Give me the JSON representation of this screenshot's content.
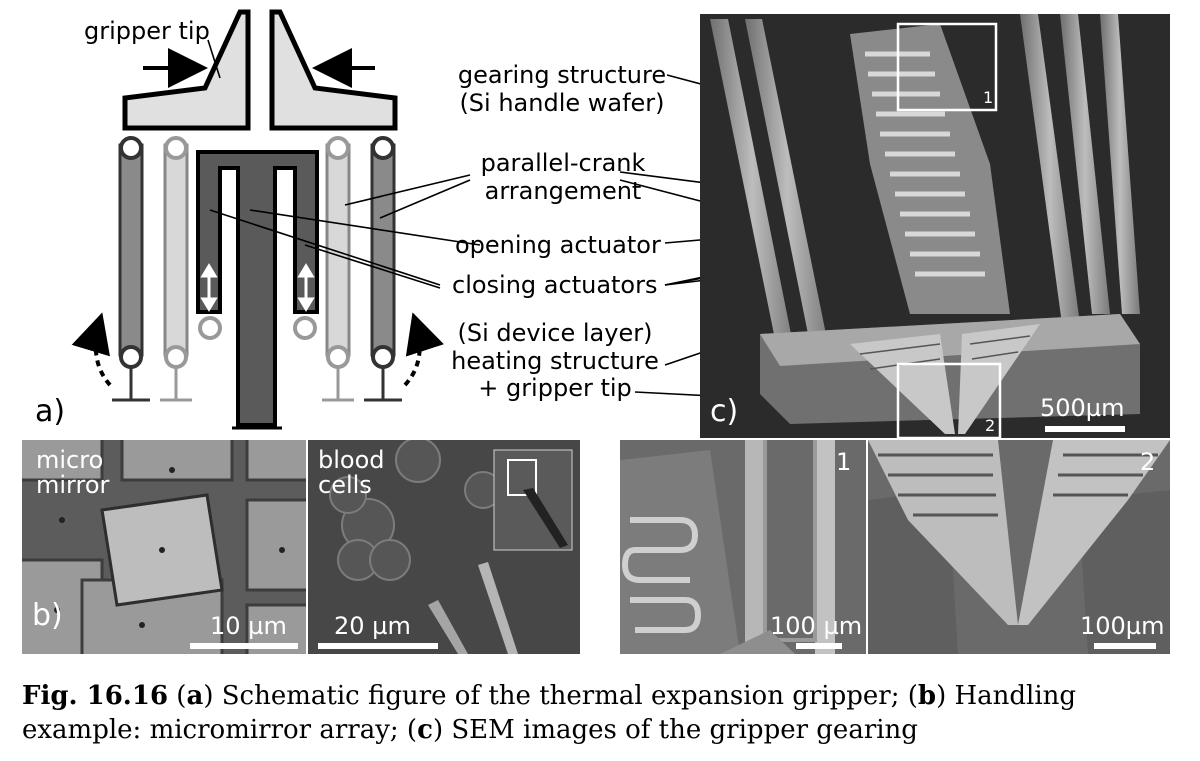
{
  "panel_a": {
    "label": "a)",
    "callouts": {
      "gripper_tip": "gripper tip",
      "gearing_structure": "gearing structure",
      "gearing_structure_sub": "(Si handle wafer)",
      "parallel_crank_1": "parallel-crank",
      "parallel_crank_2": "arrangement",
      "opening_actuator": "opening actuator",
      "closing_actuators": "closing actuators",
      "device_layer": "(Si device layer)",
      "heating_structure": "heating structure",
      "gripper_tip_plus": "+ gripper tip"
    }
  },
  "panel_b": {
    "label": "b)",
    "left_title_1": "micro",
    "left_title_2": "mirror",
    "left_scale": "10 µm",
    "right_title_1": "blood",
    "right_title_2": "cells",
    "right_scale": "20 µm"
  },
  "panel_c": {
    "label": "c)",
    "main_scale": "500µm",
    "box_1_label": "1",
    "box_2_label": "2",
    "detail_1_label": "1",
    "detail_1_scale": "100 µm",
    "detail_2_label": "2",
    "detail_2_scale": "100µm"
  },
  "caption": {
    "fig": "Fig. 16.16",
    "a_letter": "a",
    "a_text": "Schematic figure of the thermal expansion gripper;",
    "b_letter": "b",
    "b_text": "Handling example: micromirror array;",
    "c_letter": "c",
    "c_text": "SEM images of the gripper gearing"
  }
}
